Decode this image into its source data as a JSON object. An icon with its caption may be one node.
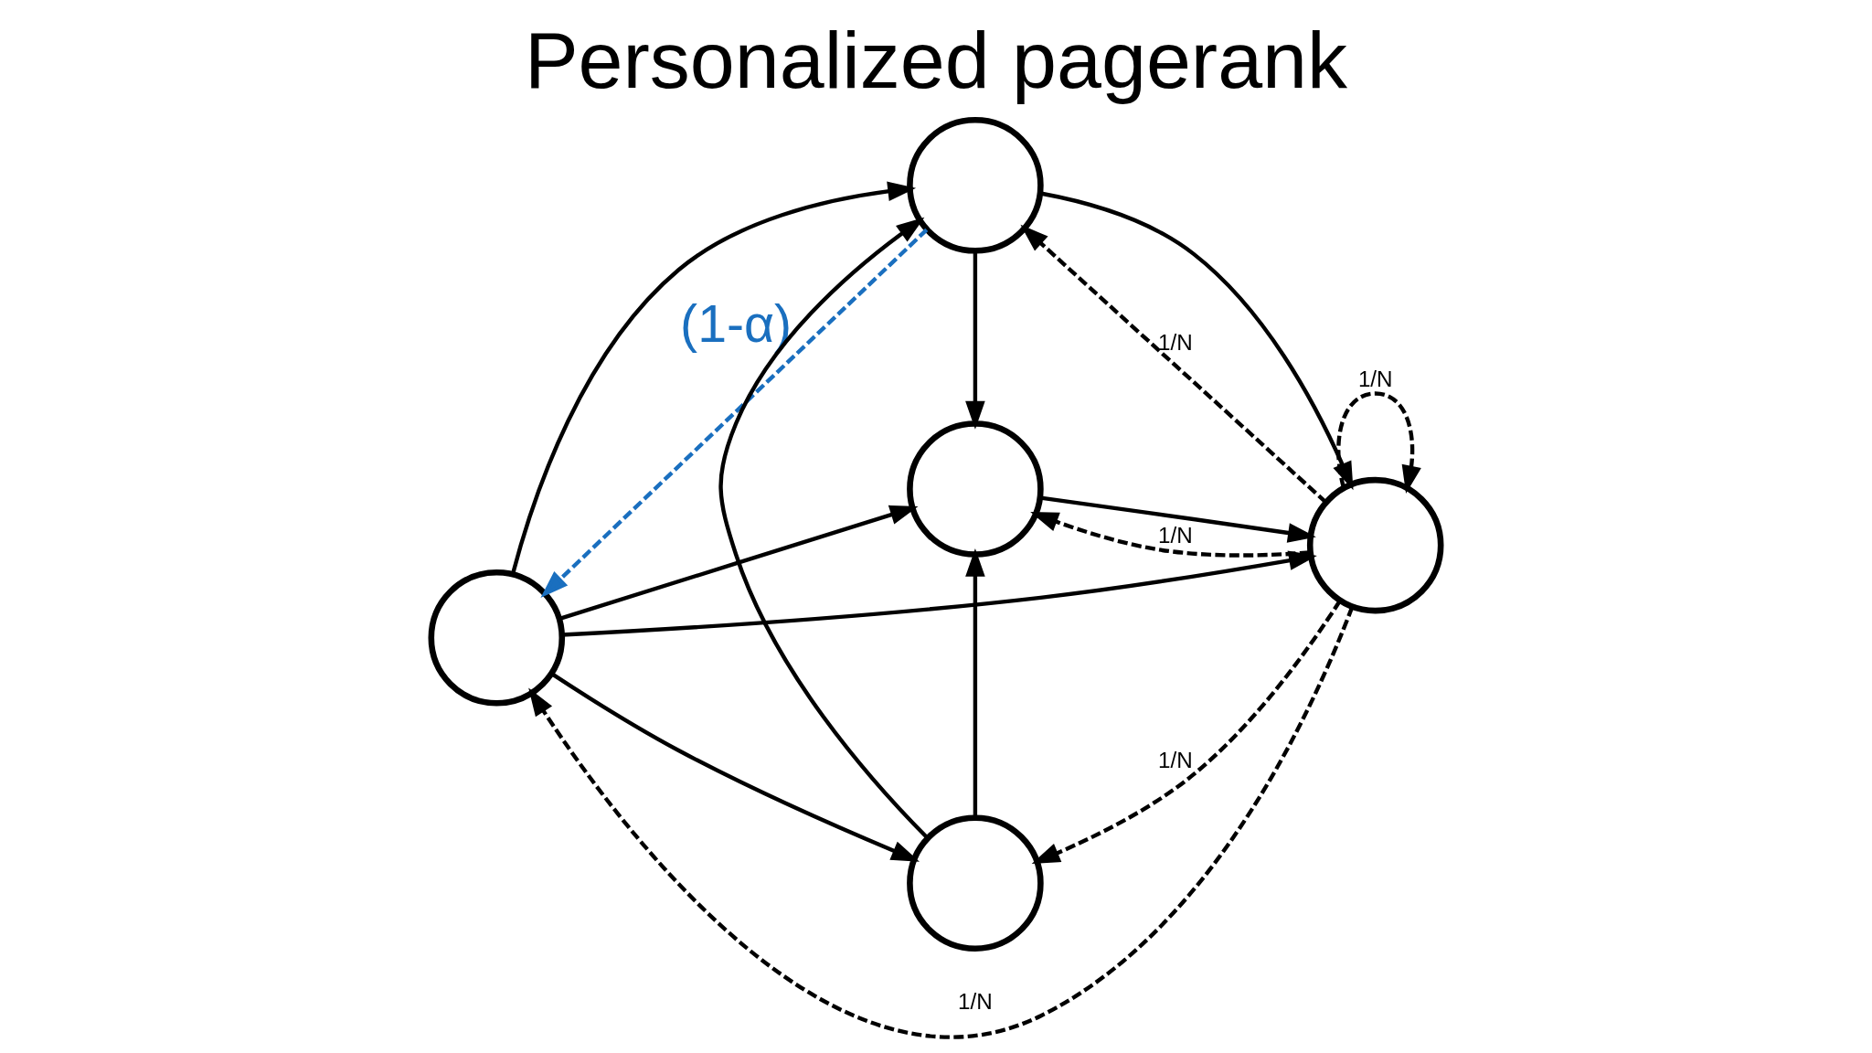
{
  "diagram": {
    "title": "Personalized pagerank",
    "nodes": [
      {
        "text": [],
        "shape": "circle"
      },
      {
        "text": [],
        "shape": "circle"
      },
      {
        "text": [],
        "shape": "circle"
      },
      {
        "text": [],
        "shape": "circle"
      },
      {
        "text": [],
        "shape": "circle"
      }
    ],
    "edges": [
      {
        "from": 1,
        "to": 0,
        "arrow": "to"
      },
      {
        "from": 1,
        "to": 2,
        "arrow": "to"
      },
      {
        "from": 1,
        "to": 4,
        "arrow": "to"
      },
      {
        "from": 0,
        "to": 2,
        "arrow": "to"
      },
      {
        "from": 0,
        "to": 3,
        "arrow": "to"
      },
      {
        "from": 2,
        "to": 3,
        "arrow": "to"
      },
      {
        "from": 4,
        "to": 2,
        "arrow": "to"
      },
      {
        "from": 4,
        "to": 0,
        "arrow": "to"
      },
      {
        "from": 1,
        "to": 3,
        "arrow": "to"
      },
      {
        "from": 3,
        "to": 0,
        "arrow": "to",
        "style": "dashed",
        "label": "1/N"
      },
      {
        "from": 3,
        "to": 2,
        "arrow": "to",
        "style": "dashed",
        "label": "1/N"
      },
      {
        "from": 3,
        "to": 1,
        "arrow": "to",
        "style": "dashed",
        "label": "1/N"
      },
      {
        "from": 3,
        "to": 4,
        "arrow": "to",
        "style": "dashed",
        "label": "1/N"
      },
      {
        "from": 3,
        "to": 3,
        "arrow": "to",
        "style": "dashed",
        "label": "1/N"
      },
      {
        "from": 0,
        "to": 1,
        "arrow": "to",
        "style": "dashed",
        "color": "#1a6fbf",
        "label": "(1-α)"
      }
    ]
  }
}
